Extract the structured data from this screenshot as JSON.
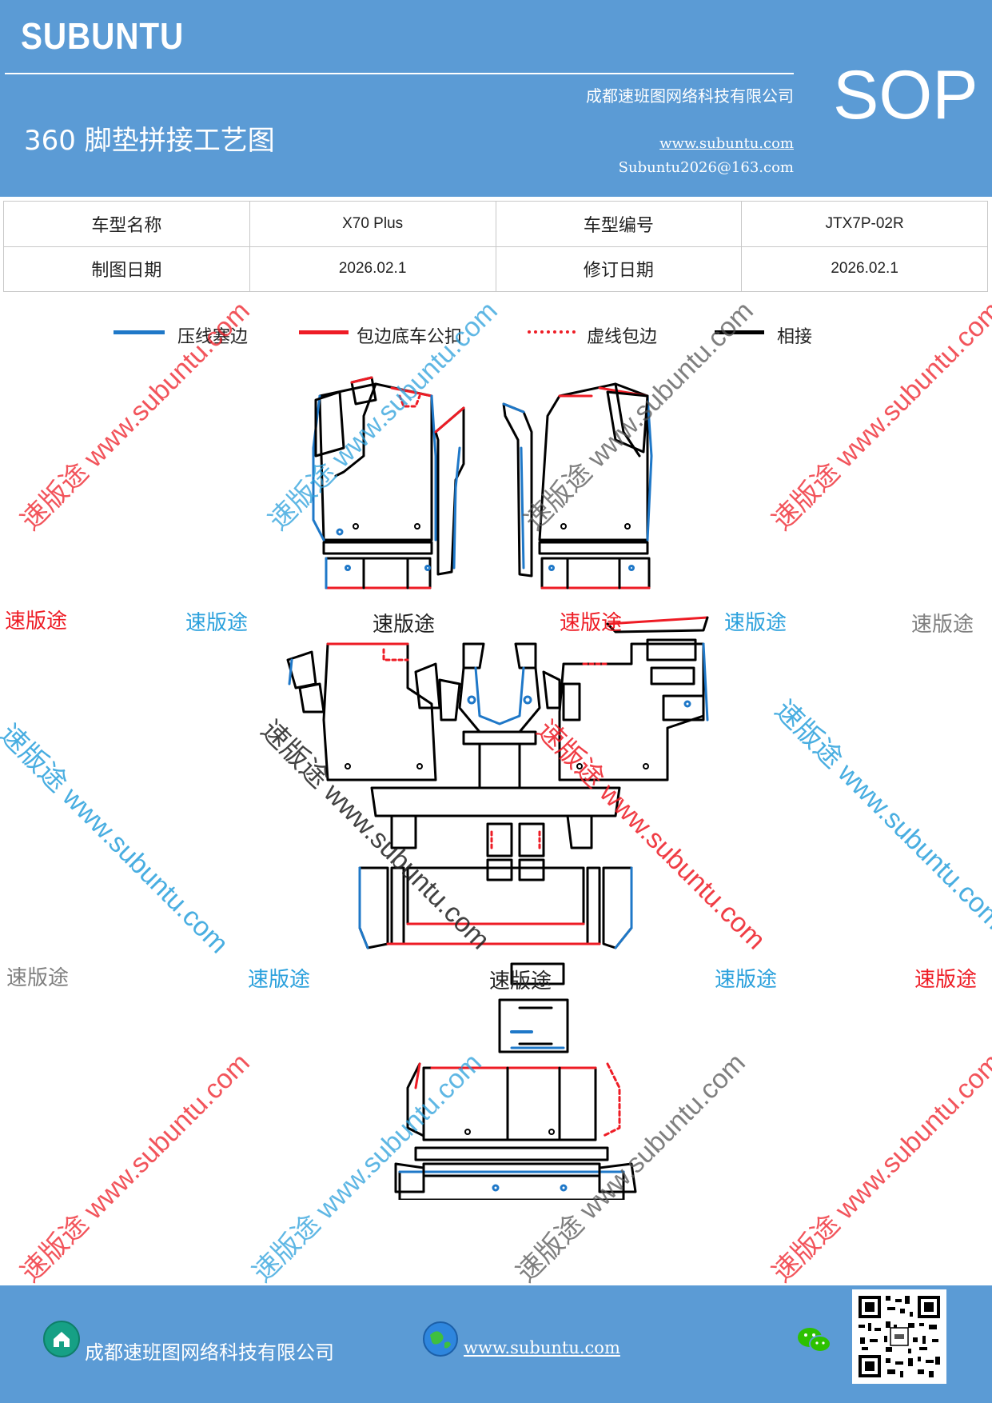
{
  "header": {
    "brand": "SUBUNTU",
    "company": "成都速班图网络科技有限公司",
    "title": "360 脚垫拼接工艺图",
    "website": "www.subuntu.com",
    "email": "Subuntu2026@163.com",
    "badge": "SOP"
  },
  "info_table": {
    "rows": [
      [
        "车型名称",
        "X70 Plus",
        "车型编号",
        "JTX7P-02R"
      ],
      [
        "制图日期",
        "2026.02.1",
        "修订日期",
        "2026.02.1"
      ]
    ]
  },
  "legend": [
    {
      "label": "压线塞边",
      "color": "#1f78c8",
      "style": "solid"
    },
    {
      "label": "包边底车公扣",
      "color": "#ee1c25",
      "style": "solid"
    },
    {
      "label": "虚线包边",
      "color": "#ee1c25",
      "style": "dashed"
    },
    {
      "label": "相接",
      "color": "#000000",
      "style": "solid"
    }
  ],
  "watermarks": {
    "short": "速版途",
    "diagonal": "速版途 www.subuntu.com"
  },
  "footer": {
    "company": "成都速班图网络科技有限公司",
    "website": "www.subuntu.com"
  },
  "colors": {
    "header_bg": "#5b9bd5",
    "blue_line": "#1f78c8",
    "red_line": "#ee1c25",
    "black_line": "#000000",
    "wm_red": "#ee1c25",
    "wm_blue": "#2aa0dc",
    "wm_gray": "#7f7f7f"
  },
  "icons": [
    "home-icon",
    "globe-icon",
    "wechat-icon",
    "qr-code"
  ]
}
